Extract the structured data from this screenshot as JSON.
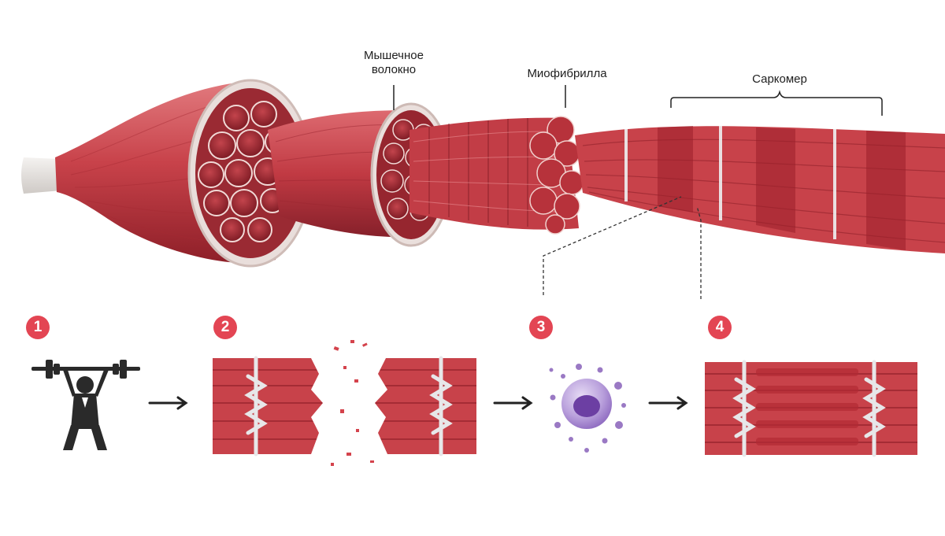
{
  "labels": {
    "muscle_fiber_line1": "Мышечное",
    "muscle_fiber_line2": "волокно",
    "myofibril": "Миофибрилла",
    "sarcomere": "Саркомер"
  },
  "steps": [
    {
      "number": "1",
      "name": "weightlifter"
    },
    {
      "number": "2",
      "name": "damaged-fibers"
    },
    {
      "number": "3",
      "name": "immune-cell"
    },
    {
      "number": "4",
      "name": "repaired-fibers"
    }
  ],
  "colors": {
    "muscle": "#c8424a",
    "muscle_dark": "#8e1f28",
    "muscle_light": "#e57c80",
    "tendon": "#e9e6e3",
    "badge": "#e34553",
    "cell": "#9a79c4",
    "cell_nucleus": "#6c3fa3",
    "arrow": "#222222"
  }
}
